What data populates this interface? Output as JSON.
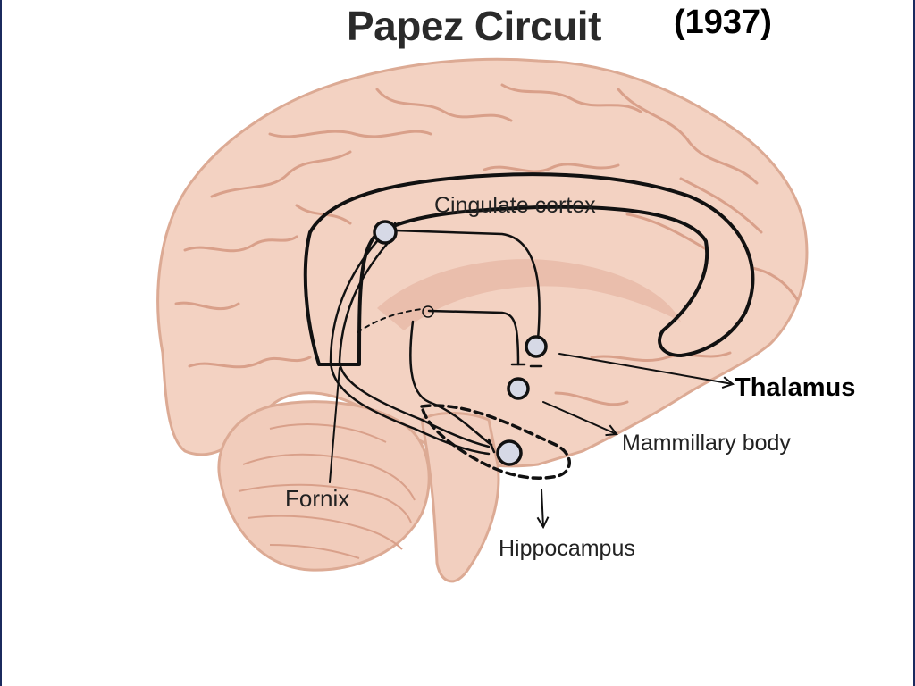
{
  "title": "Papez Circuit",
  "title_year": "(1937)",
  "labels": {
    "cingulate_cortex": "Cingulate cortex",
    "thalamus": "Thalamus",
    "mammillary_body": "Mammillary body",
    "fornix": "Fornix",
    "hippocampus": "Hippocampus"
  },
  "colors": {
    "brain_fill": "#f3d2c2",
    "brain_edge": "#dcaa94",
    "sulcus": "#d9a08a",
    "node_fill": "#d6d9e6",
    "border": "#1b2a5e"
  }
}
